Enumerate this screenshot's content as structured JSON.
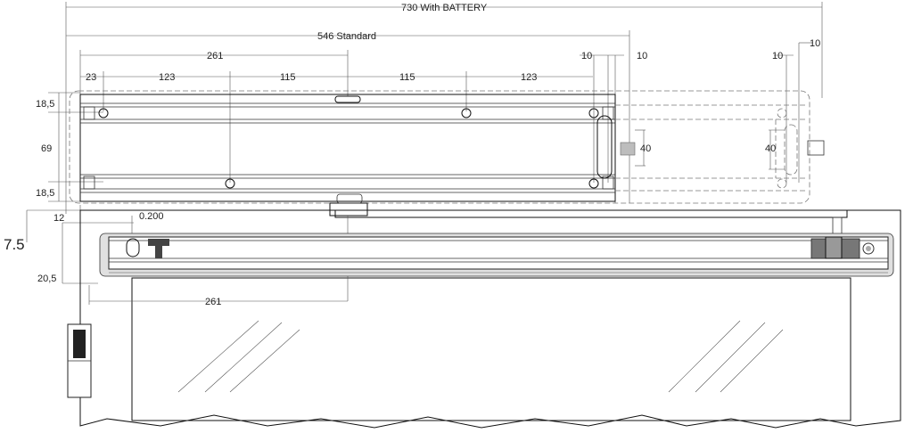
{
  "dimensions": {
    "total_with_battery": "730 With BATTERY",
    "standard": "546  Standard",
    "d261_top": "261",
    "d23": "23",
    "d123_left": "123",
    "d115_left": "115",
    "d115_right": "115",
    "d123_right": "123",
    "d10_a": "10",
    "d10_b": "10",
    "d10_c": "10",
    "d10_d": "10",
    "d18_5_top": "18,5",
    "d69": "69",
    "d18_5_bottom": "18,5",
    "d40_mid": "40",
    "d40_right": "40",
    "d12": "12",
    "d0_200": "0.200",
    "d7_5": "7.5",
    "d20_5": "20,5",
    "d261_bottom": "261"
  }
}
